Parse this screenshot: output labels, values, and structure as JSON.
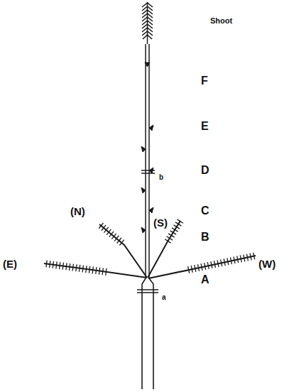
{
  "diagram": {
    "labels": [
      "Shoot",
      "F",
      "E",
      "D",
      "b",
      "C",
      "(N)",
      "(S)",
      "B",
      "(E)",
      "(W)",
      "A",
      "a"
    ]
  }
}
